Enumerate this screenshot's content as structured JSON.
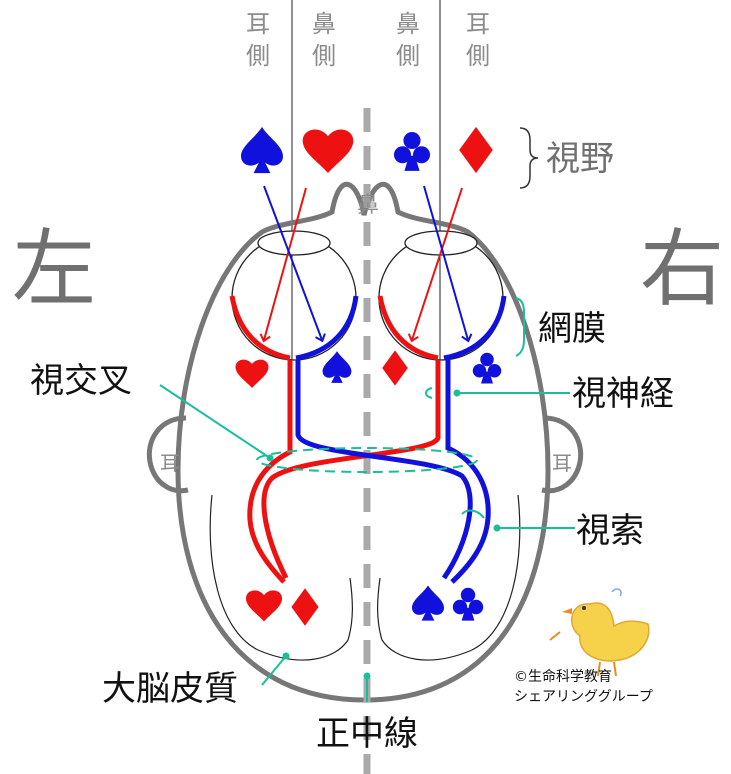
{
  "labels": {
    "top_ear_left": "耳側",
    "top_nose_left": "鼻側",
    "top_nose_right": "鼻側",
    "top_ear_right": "耳側",
    "visual_field": "視野",
    "nose": "鼻",
    "left": "左",
    "right": "右",
    "retina": "網膜",
    "optic_chiasm": "視交叉",
    "optic_nerve": "視神経",
    "ear": "耳",
    "optic_tract": "視索",
    "cerebral_cortex": "大脳皮質",
    "midline": "正中線",
    "copyright_line1": "©生命科学教育",
    "copyright_line2": "シェアリンググループ"
  },
  "symbols": {
    "field": [
      "spade",
      "heart",
      "club",
      "diamond"
    ],
    "retina_left": [
      "heart",
      "spade"
    ],
    "retina_right": [
      "diamond",
      "club"
    ],
    "cortex_left": [
      "heart",
      "diamond"
    ],
    "cortex_right": [
      "spade",
      "club"
    ]
  },
  "colors": {
    "red": "#ee1111",
    "blue": "#1111dd",
    "teal": "#1abf9a",
    "outline": "#777777",
    "midline": "#aaaaaa"
  },
  "icons": {
    "mascot": "chick-icon"
  }
}
